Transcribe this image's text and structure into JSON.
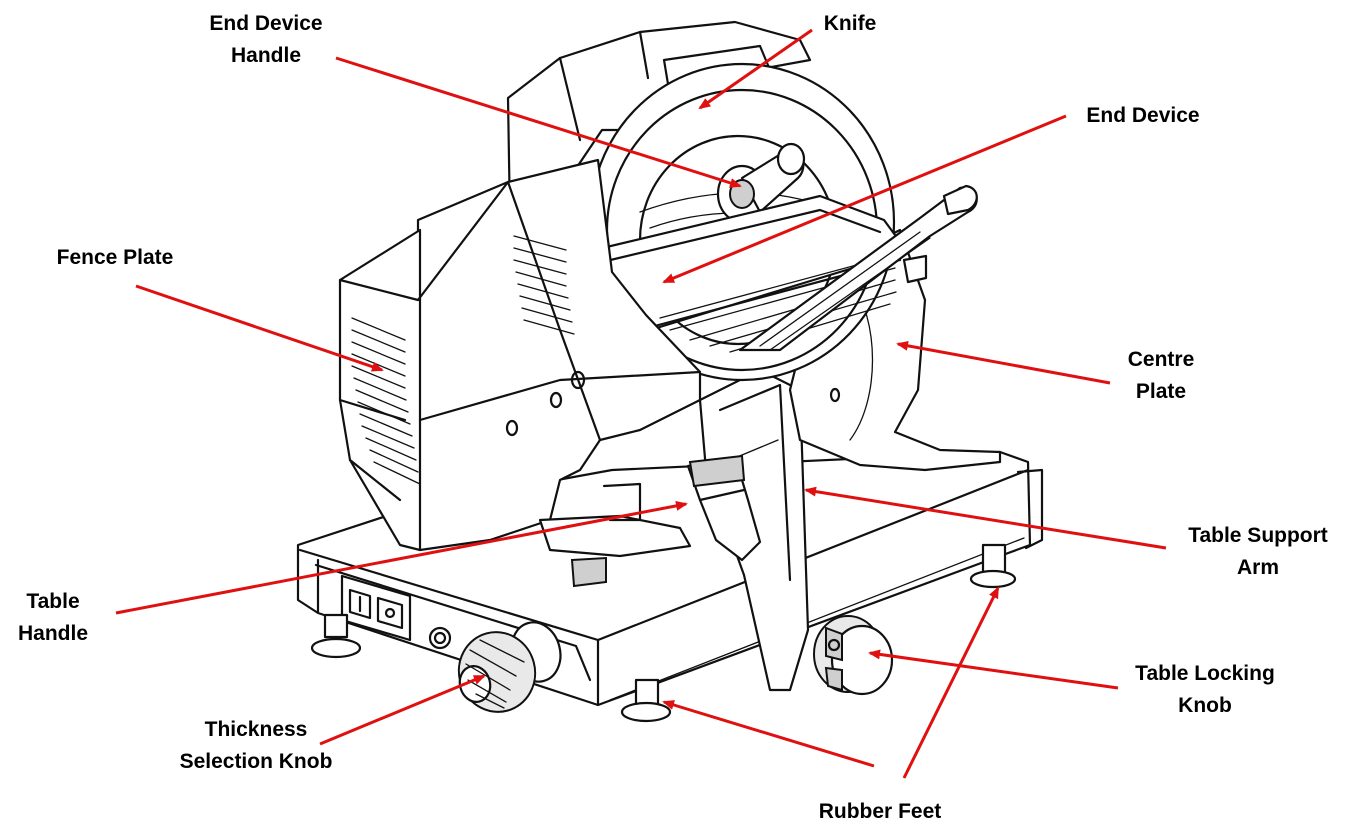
{
  "accent_color": "#e01010",
  "labels": {
    "end_device_handle": [
      "End Device",
      "Handle"
    ],
    "knife": [
      "Knife"
    ],
    "end_device": [
      "End Device"
    ],
    "fence_plate": [
      "Fence Plate"
    ],
    "centre_plate": [
      "Centre",
      "Plate"
    ],
    "table_support_arm": [
      "Table Support",
      "Arm"
    ],
    "table_handle": [
      "Table",
      "Handle"
    ],
    "table_locking_knob": [
      "Table Locking",
      "Knob"
    ],
    "thickness_selection_knob": [
      "Thickness",
      "Selection Knob"
    ],
    "rubber_feet": [
      "Rubber Feet"
    ]
  }
}
